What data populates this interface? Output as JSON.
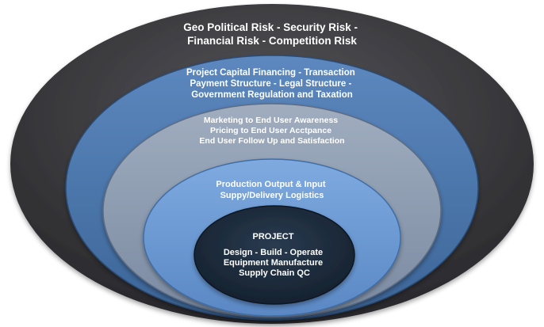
{
  "layers": [
    {
      "id": "outer",
      "lines": [
        "Geo Political Risk  - Security Risk -",
        "Financial Risk - Competition Risk"
      ]
    },
    {
      "id": "capital",
      "lines": [
        "Project Capital Financing - Transaction",
        "Payment Structure - Legal Structure -",
        "Government Regulation and Taxation"
      ]
    },
    {
      "id": "marketing",
      "lines": [
        "Marketing to End User Awareness",
        "Pricing to End User Acctpance",
        "End User Follow Up and Satisfaction"
      ]
    },
    {
      "id": "production",
      "lines": [
        "Production Output & Input",
        "Suppy/Delivery Logistics"
      ]
    },
    {
      "id": "core",
      "lines": [
        "PROJECT",
        "Design - Build - Operate",
        "Equipment Manufacture",
        "Supply Chain QC"
      ]
    }
  ],
  "colors": {
    "outer": "#3b3b3e",
    "capital": "#4a74a8",
    "marketing": "#8a99ae",
    "production": "#6a98d2",
    "core": "#1b2a3c"
  }
}
